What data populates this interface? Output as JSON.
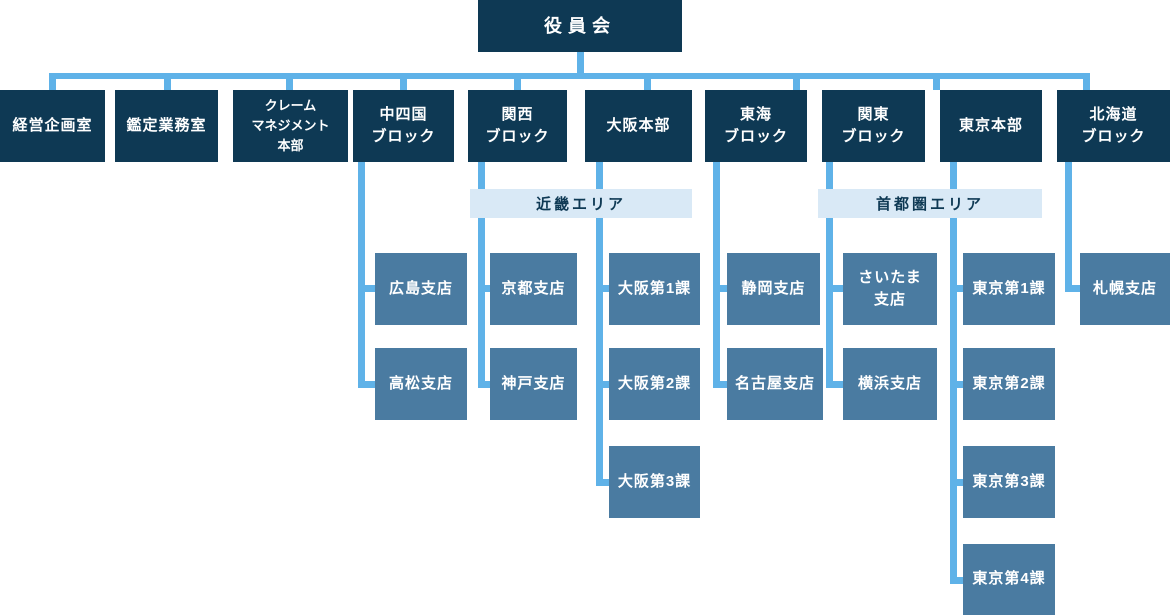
{
  "org": {
    "root": "役員会",
    "level1": [
      "経営企画室",
      "鑑定業務室",
      "クレーム\nマネジメント\n本部",
      "中四国\nブロック",
      "関西\nブロック",
      "大阪本部",
      "東海\nブロック",
      "関東\nブロック",
      "東京本部",
      "北海道\nブロック"
    ],
    "areas": {
      "kinki": "近畿エリア",
      "shutoken": "首都圏エリア"
    },
    "groups": [
      {
        "parent": "中四国ブロック",
        "children": [
          "広島支店",
          "高松支店"
        ]
      },
      {
        "parent": "関西ブロック",
        "area": "近畿エリア",
        "children": [
          "京都支店",
          "神戸支店"
        ]
      },
      {
        "parent": "大阪本部",
        "area": "近畿エリア",
        "children": [
          "大阪第1課",
          "大阪第2課",
          "大阪第3課"
        ]
      },
      {
        "parent": "東海ブロック",
        "children": [
          "静岡支店",
          "名古屋支店"
        ]
      },
      {
        "parent": "関東ブロック",
        "area": "首都圏エリア",
        "children": [
          "さいたま\n支店",
          "横浜支店"
        ]
      },
      {
        "parent": "東京本部",
        "area": "首都圏エリア",
        "children": [
          "東京第1課",
          "東京第2課",
          "東京第3課",
          "東京第4課"
        ]
      },
      {
        "parent": "北海道ブロック",
        "children": [
          "札幌支店"
        ]
      }
    ]
  },
  "colors": {
    "navy": "#0e3954",
    "steel": "#4a7ba1",
    "sky": "#5fb2e8",
    "banner_bg": "#d9e9f6",
    "banner_text": "#0e3954",
    "background": "#ffffff"
  }
}
